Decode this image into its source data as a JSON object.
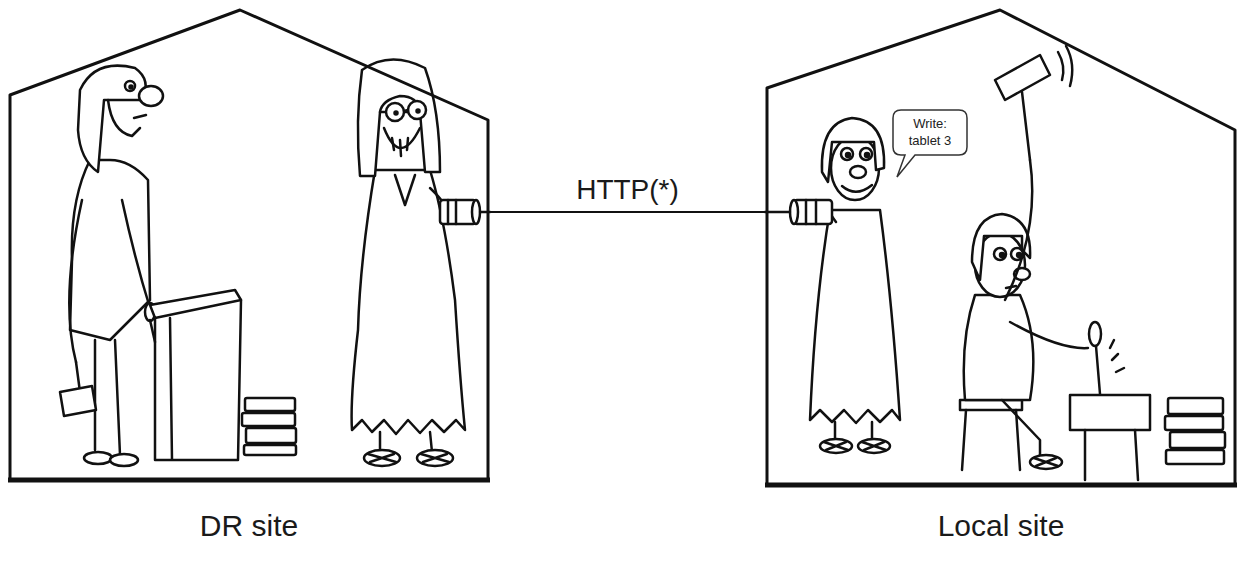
{
  "diagram": {
    "nodes": [
      {
        "text": [
          "DR site"
        ]
      },
      {
        "text": [
          "Local site"
        ]
      },
      {
        "text": [
          "Write: tablet 3"
        ],
        "in": 1
      }
    ],
    "edges": [
      {
        "from": 0,
        "to": 1,
        "label": "HTTP(*)",
        "arrow": "none"
      }
    ]
  }
}
